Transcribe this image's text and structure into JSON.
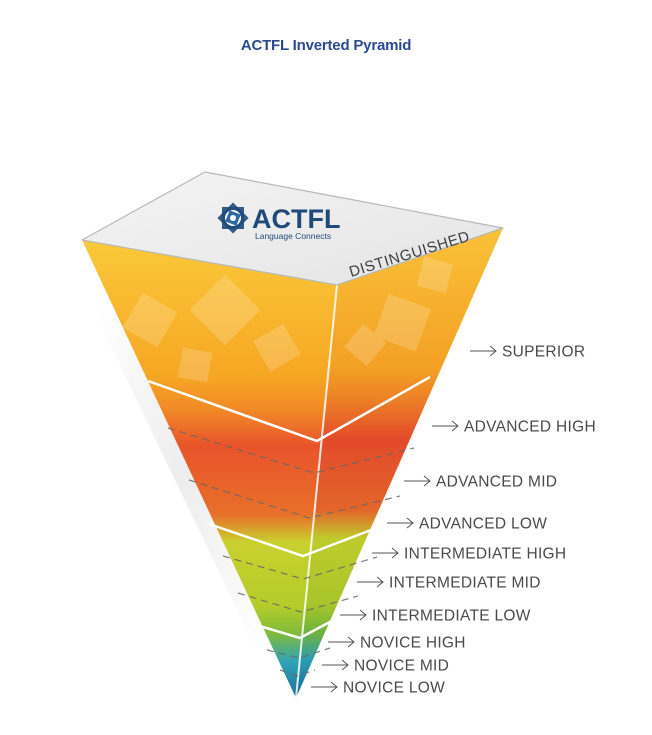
{
  "title": "ACTFL Inverted Pyramid",
  "logo": {
    "brand": "ACTFL",
    "tagline": "Language Connects",
    "icon": "starburst-logo-icon"
  },
  "top_level": "DISTINGUISHED",
  "levels": [
    {
      "id": "superior",
      "label": "SUPERIOR"
    },
    {
      "id": "advanced-high",
      "label": "ADVANCED HIGH"
    },
    {
      "id": "advanced-mid",
      "label": "ADVANCED MID"
    },
    {
      "id": "advanced-low",
      "label": "ADVANCED LOW"
    },
    {
      "id": "intermediate-high",
      "label": "INTERMEDIATE HIGH"
    },
    {
      "id": "intermediate-mid",
      "label": "INTERMEDIATE MID"
    },
    {
      "id": "intermediate-low",
      "label": "INTERMEDIATE LOW"
    },
    {
      "id": "novice-high",
      "label": "NOVICE HIGH"
    },
    {
      "id": "novice-mid",
      "label": "NOVICE MID"
    },
    {
      "id": "novice-low",
      "label": "NOVICE LOW"
    }
  ],
  "colors": {
    "title": "#2c4a8f",
    "superior": "#f7b52c",
    "advanced": "#e84a2a",
    "intermediate": "#b9cf2c",
    "novice": "#2aa6c0",
    "logo": "#1f4a7c"
  }
}
